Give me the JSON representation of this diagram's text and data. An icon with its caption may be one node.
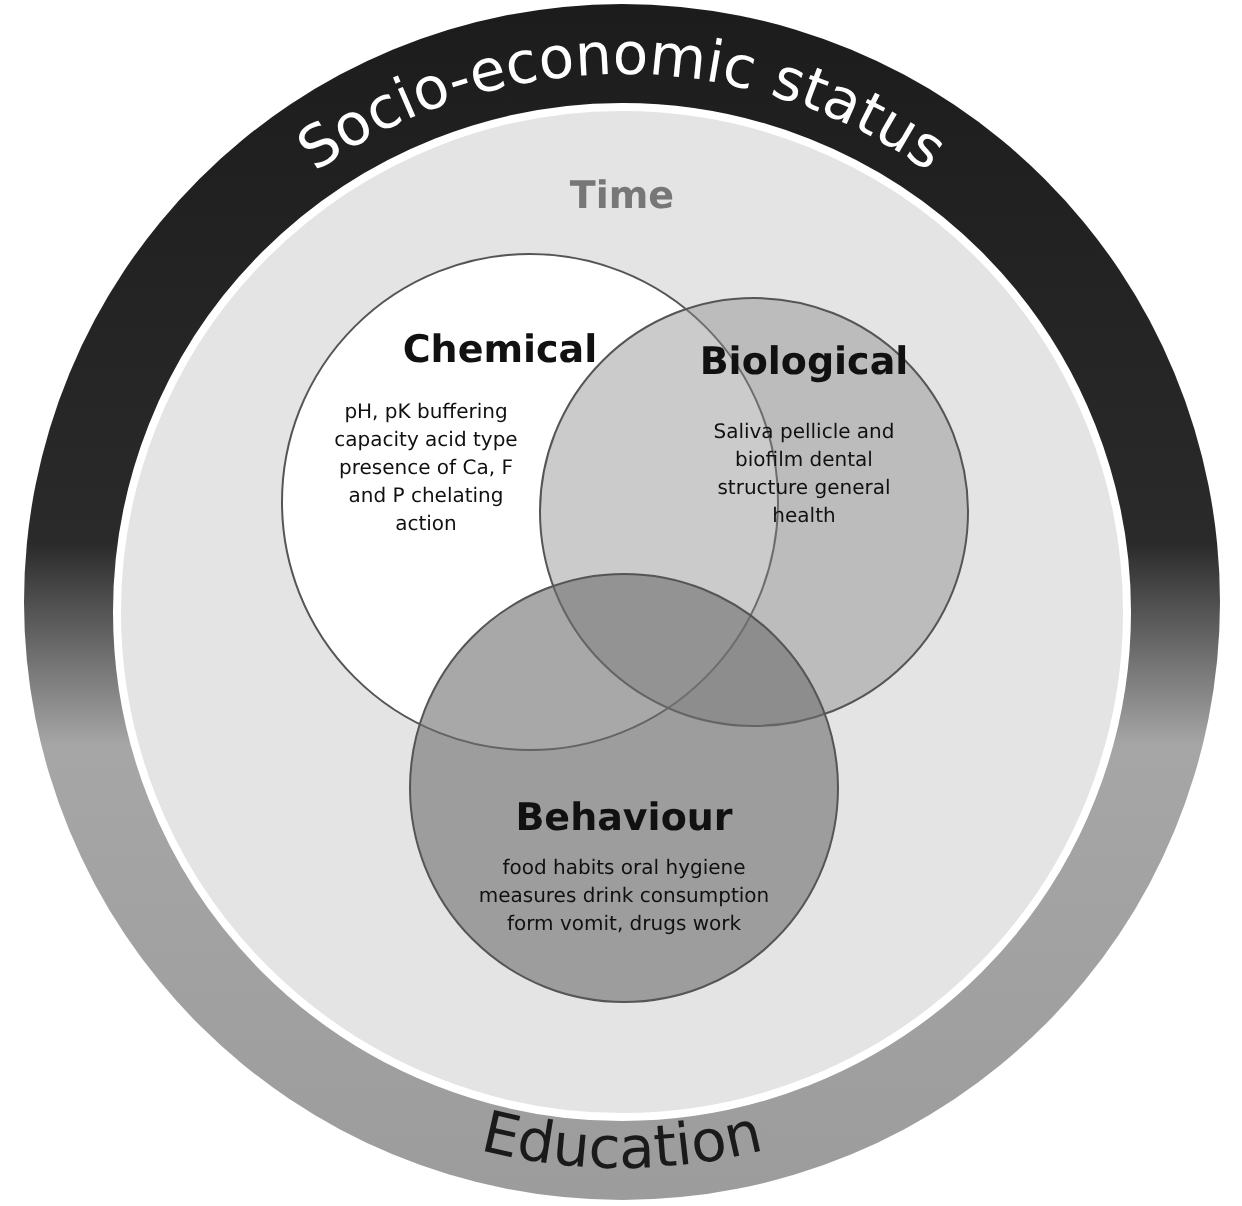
{
  "diagram": {
    "nodes": [
      {
        "text": [
          "Socio-economic status",
          "Education"
        ]
      },
      {
        "text": [
          "Time"
        ],
        "in": 0
      },
      {
        "text": [
          "Chemical",
          "pH, pK buffering capacity acid type presence of Ca, F and P chelating action"
        ],
        "in": 1
      },
      {
        "text": [
          "Biological",
          "Saliva pellicle and biofilm dental structure general health"
        ],
        "in": 1
      },
      {
        "text": [
          "Behaviour",
          "food habits oral hygiene measures drink consumption form vomit, drugs work"
        ],
        "in": 1
      }
    ],
    "edges": []
  }
}
